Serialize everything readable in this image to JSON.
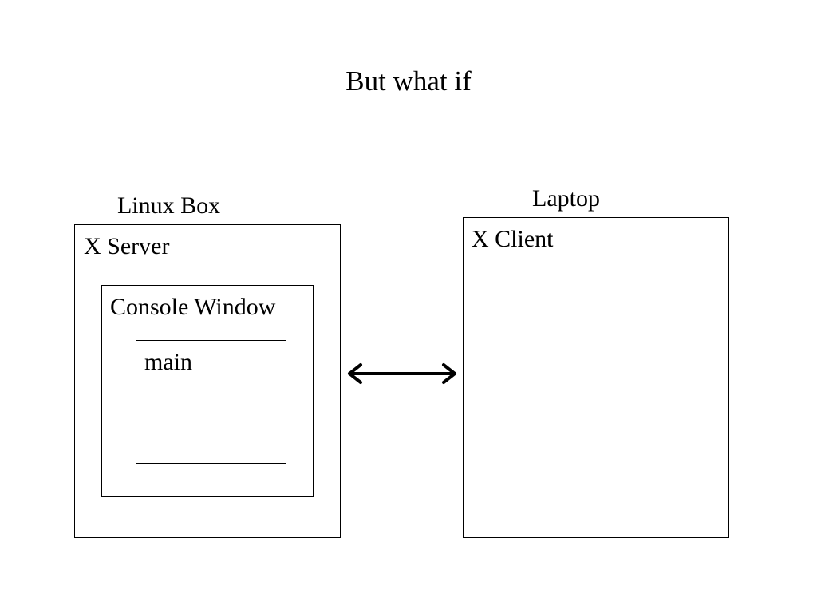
{
  "slide": {
    "title": "But what if"
  },
  "linux_box": {
    "label": "Linux Box",
    "x_server": {
      "label": "X Server",
      "console_window": {
        "label": "Console Window",
        "main": {
          "label": "main"
        }
      }
    }
  },
  "laptop": {
    "label": "Laptop",
    "x_client": {
      "label": "X Client"
    }
  },
  "connection": {
    "type": "bidirectional-arrow",
    "color": "#000000"
  }
}
